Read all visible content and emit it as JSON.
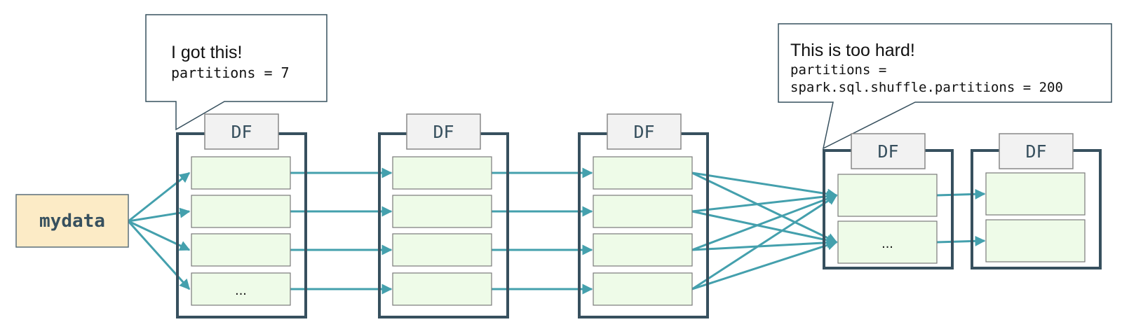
{
  "colors": {
    "frame": "#37505e",
    "tab_fill": "#f2f2f2",
    "tab_border": "#888888",
    "partition_fill": "#eefbe8",
    "partition_border": "#7a7a7a",
    "arrow": "#44a0ad",
    "source_fill": "#fcebc6",
    "source_border": "#5b6f7a",
    "source_text": "#37505e",
    "callout_border": "#37505e",
    "text": "#111111"
  },
  "source": {
    "label": "mydata"
  },
  "dataframes": [
    {
      "label": "DF",
      "partitions": [
        "",
        "",
        "",
        "..."
      ]
    },
    {
      "label": "DF",
      "partitions": [
        "",
        "",
        "",
        ""
      ]
    },
    {
      "label": "DF",
      "partitions": [
        "",
        "",
        "",
        ""
      ]
    },
    {
      "label": "DF",
      "partitions": [
        "",
        "..."
      ]
    },
    {
      "label": "DF",
      "partitions": [
        "",
        ""
      ]
    }
  ],
  "callouts": [
    {
      "title": "I got this!",
      "lines": [
        "partitions = 7"
      ]
    },
    {
      "title": "This is too hard!",
      "lines": [
        "partitions =",
        "spark.sql.shuffle.partitions = 200"
      ]
    }
  ]
}
